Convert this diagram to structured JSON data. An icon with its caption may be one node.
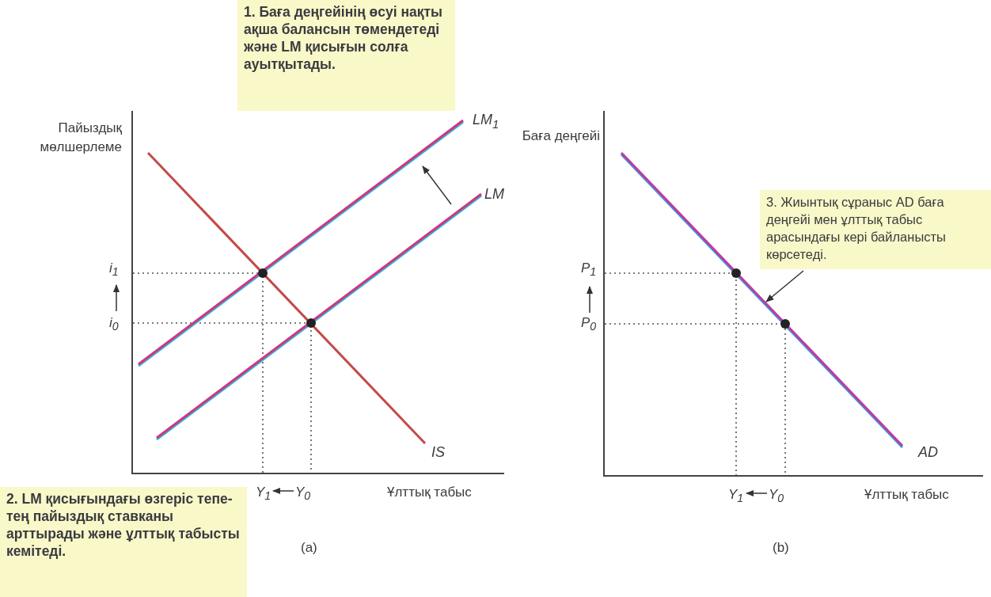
{
  "diagram": {
    "nodes": [
      {
        "text": [
          "1. Баға деңгейінің өсуі нақты ақша балансын төмендетеді және LM қисығын солға ауытқытады."
        ]
      },
      {
        "text": [
          "2. LM қисығындағы өзгеріс тепе-тең пайыздық ставканы арттырады және ұлттық табысты кемітеді."
        ]
      },
      {
        "text": [
          "3. Жиынтық сұраныс AD баға деңгейі мен ұлттық табыс арасындағы кері байланысты көрсетеді."
        ]
      },
      {
        "text": [],
        "shape": "line"
      }
    ],
    "edges": [
      {
        "from": 2,
        "to": 3,
        "arrow": "to"
      }
    ],
    "labels": [
      "Пайыздық мөлшерлеме",
      "LM$_{1}$",
      "LM",
      "i$_{1}$",
      "i$_{0}$",
      "IS",
      "Y$_{1}$",
      "Y$_{0}$",
      "Ұлттық табыс",
      "(a)",
      "Баға деңгейі",
      "P$_{1}$",
      "P$_{0}$",
      "AD",
      "Y$_{1}$",
      "Y$_{0}$",
      "Ұлттық табыс",
      "(b)"
    ]
  }
}
